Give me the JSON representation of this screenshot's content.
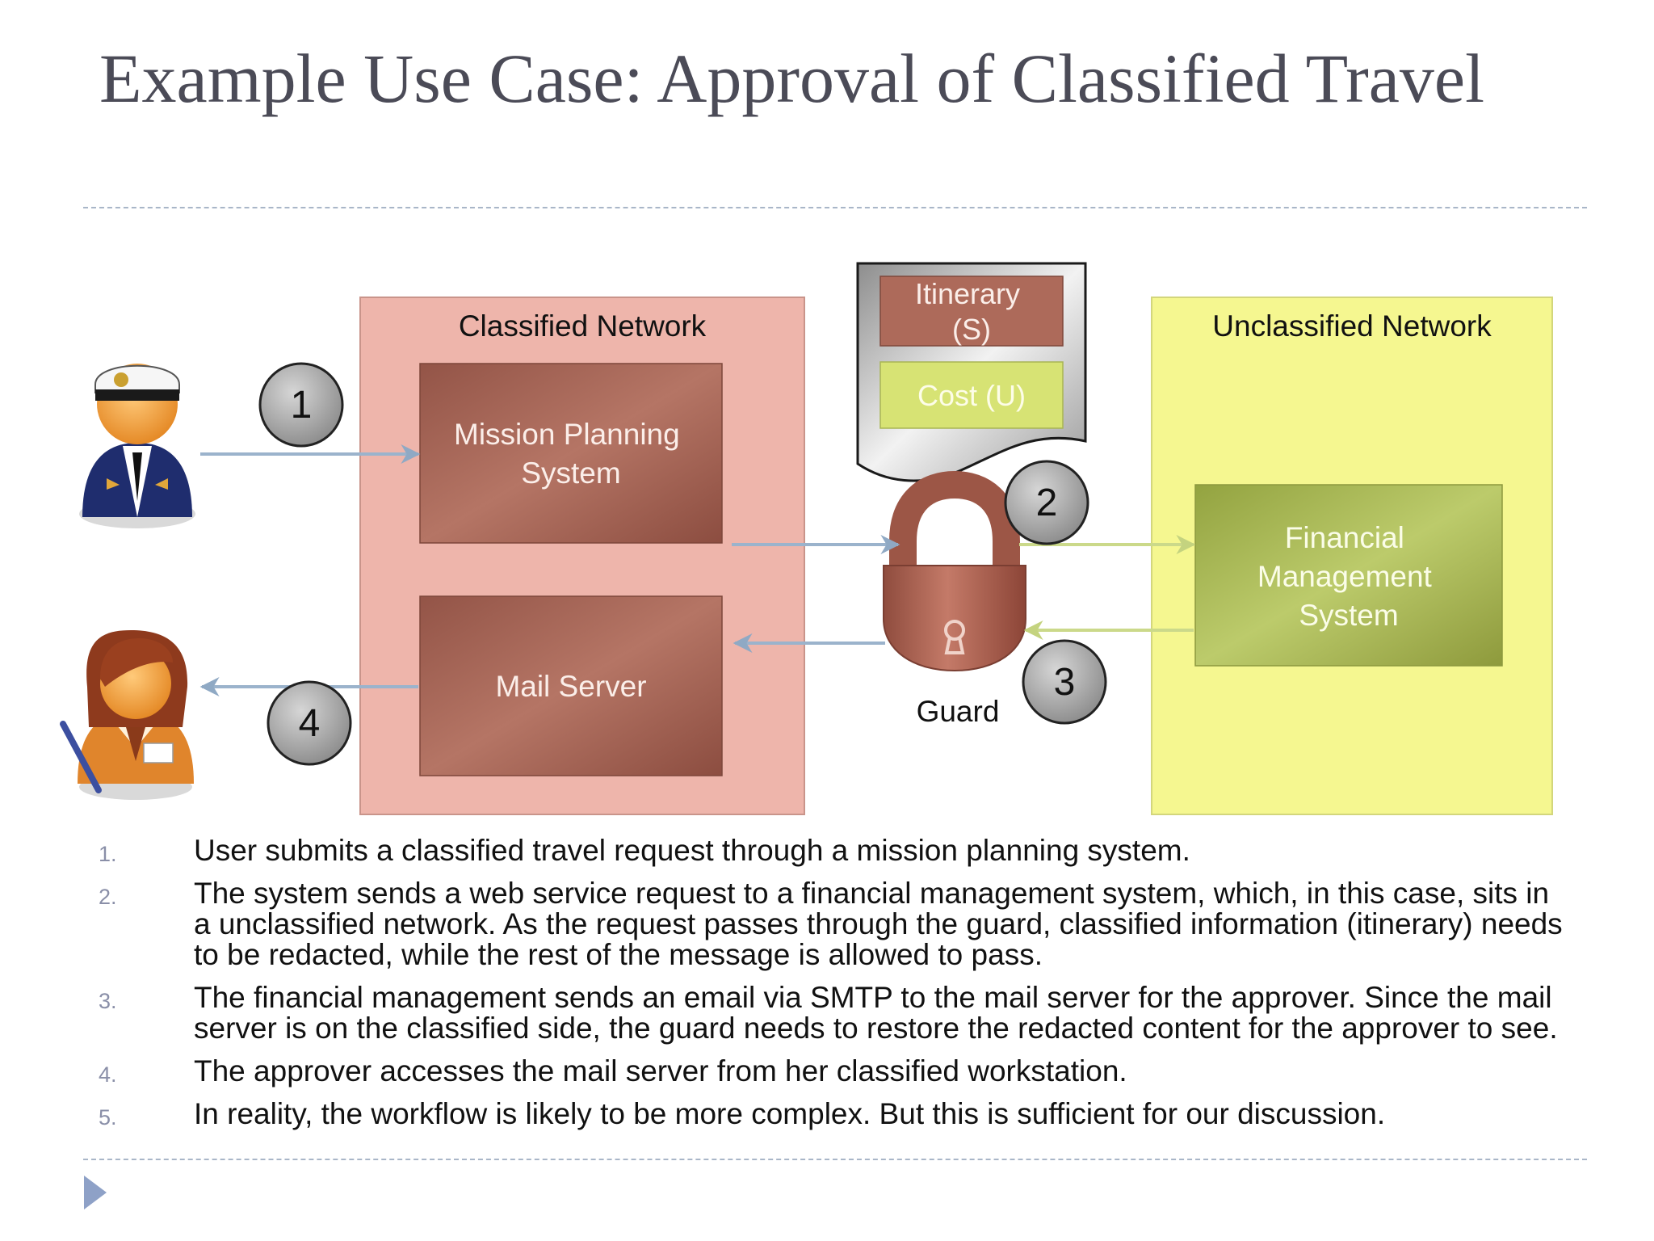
{
  "slide": {
    "title": "Example Use Case: Approval of Classified Travel"
  },
  "diagram": {
    "classified_network": {
      "label": "Classified Network",
      "mission_planning": "Mission Planning System",
      "mail_server": "Mail Server"
    },
    "unclassified_network": {
      "label": "Unclassified Network",
      "financial_management": "Financial Management System"
    },
    "message": {
      "itinerary": "Itinerary (S)",
      "cost": "Cost (U)"
    },
    "guard_label": "Guard",
    "step_markers": [
      "1",
      "2",
      "3",
      "4"
    ],
    "colors": {
      "classified_bg": "#eeb5ab",
      "classified_box": "#a86656",
      "unclassified_bg": "#f5f790",
      "unclassified_box": "#aab752",
      "cost_box": "#d7e374",
      "lock": "#b0604f",
      "arrow_blue": "#9bb3cc",
      "arrow_green": "#cbd98a"
    },
    "icons": {
      "requester": "naval-officer-icon",
      "approver": "approver-woman-icon",
      "guard": "padlock-icon"
    }
  },
  "steps": [
    {
      "number": "1.",
      "text": "User submits a classified travel request through a mission planning system."
    },
    {
      "number": "2.",
      "text": "The system sends a web service request to a financial management system, which, in this case, sits in a unclassified network. As the request passes through the guard, classified information (itinerary) needs to be redacted, while the rest of the message is allowed to pass."
    },
    {
      "number": "3.",
      "text": "The financial management sends an email via SMTP to the mail server for the approver. Since the mail server is on the classified side, the guard needs to restore the redacted content for the approver to see."
    },
    {
      "number": "4.",
      "text": "The approver accesses the mail server from her classified workstation."
    },
    {
      "number": "5.",
      "text": "In reality, the workflow is likely to be more complex. But this is sufficient for our discussion."
    }
  ]
}
